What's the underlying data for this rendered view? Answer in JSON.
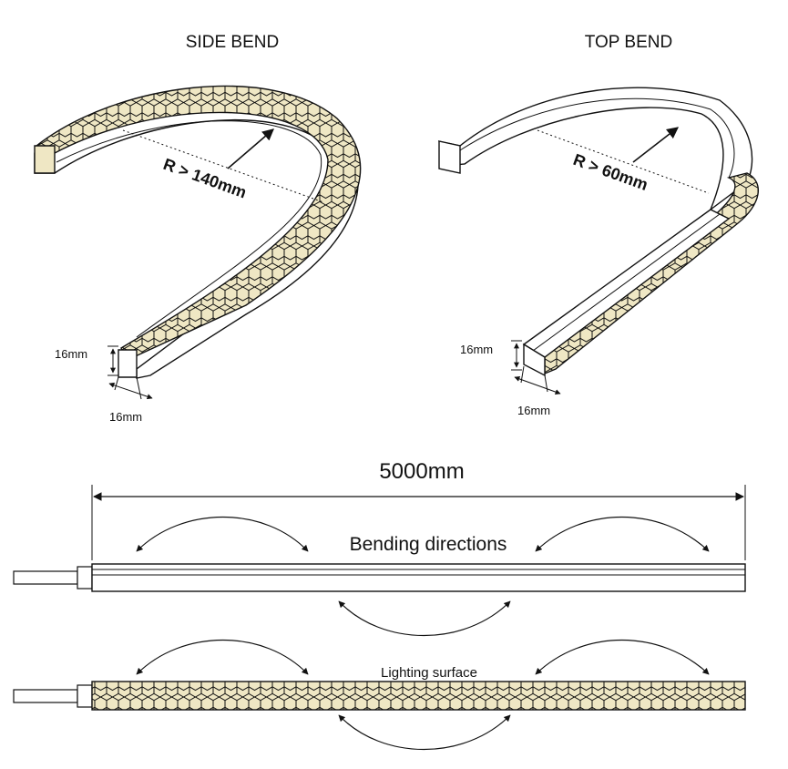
{
  "side_bend": {
    "title": "SIDE BEND",
    "radius_label": "R > 140mm",
    "height_label": "16mm",
    "width_label": "16mm"
  },
  "top_bend": {
    "title": "TOP BEND",
    "radius_label": "R > 60mm",
    "height_label": "16mm",
    "width_label": "16mm"
  },
  "strip": {
    "length_label": "5000mm",
    "bending_label": "Bending directions",
    "lighting_label": "Lighting surface"
  },
  "colors": {
    "led_fill": "#efe7c4",
    "line": "#111111"
  }
}
